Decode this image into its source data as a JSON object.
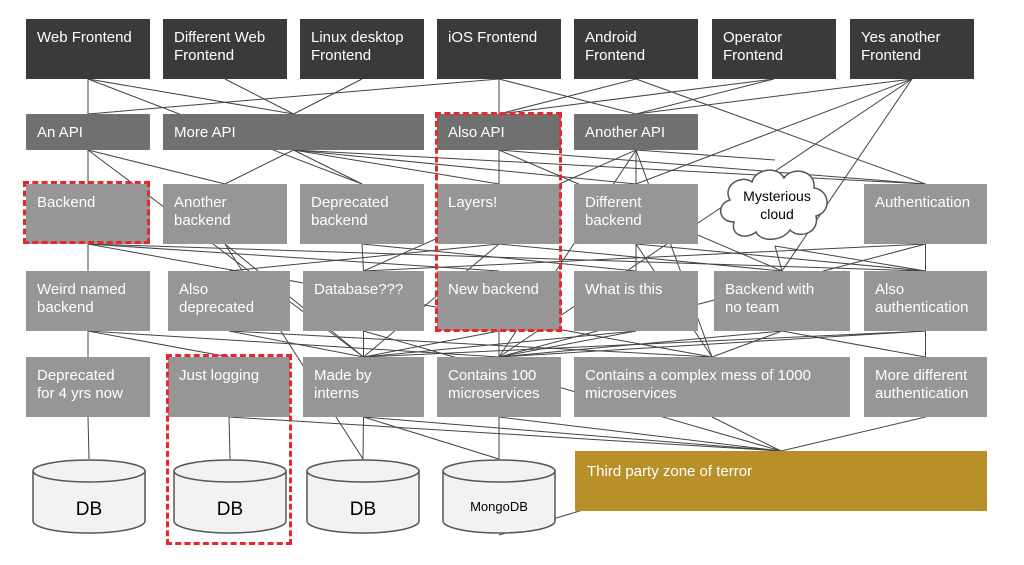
{
  "frontends": [
    {
      "id": "f1",
      "label": "Web Frontend"
    },
    {
      "id": "f2",
      "label": "Different Web\nFrontend"
    },
    {
      "id": "f3",
      "label": "Linux desktop\nFrontend"
    },
    {
      "id": "f4",
      "label": "iOS Frontend"
    },
    {
      "id": "f5",
      "label": "Android\nFrontend"
    },
    {
      "id": "f6",
      "label": "Operator\nFrontend"
    },
    {
      "id": "f7",
      "label": "Yes another\nFrontend"
    }
  ],
  "apis": [
    {
      "id": "a1",
      "label": "An API"
    },
    {
      "id": "a2",
      "label": "More API"
    },
    {
      "id": "a3",
      "label": "Also API"
    },
    {
      "id": "a4",
      "label": "Another API"
    }
  ],
  "backends_row1": [
    {
      "id": "b1",
      "label": "Backend"
    },
    {
      "id": "b2",
      "label": "Another\nbackend"
    },
    {
      "id": "b3",
      "label": "Deprecated\nbackend"
    },
    {
      "id": "b4",
      "label": "Layers!"
    },
    {
      "id": "b5",
      "label": "Different\nbackend"
    },
    {
      "id": "b7",
      "label": "Authentication"
    }
  ],
  "cloud": {
    "id": "b6",
    "label": "Mysterious\ncloud"
  },
  "backends_row2": [
    {
      "id": "c1",
      "label": "Weird named\nbackend"
    },
    {
      "id": "c2",
      "label": "Also\ndeprecated"
    },
    {
      "id": "c3",
      "label": "Database???"
    },
    {
      "id": "c4",
      "label": "New backend"
    },
    {
      "id": "c5",
      "label": "What is this"
    },
    {
      "id": "c6",
      "label": "Backend with\nno team"
    },
    {
      "id": "c7",
      "label": "Also\nauthentication"
    }
  ],
  "backends_row3": [
    {
      "id": "d1",
      "label": "Deprecated\nfor 4 yrs now"
    },
    {
      "id": "d2",
      "label": "Just logging"
    },
    {
      "id": "d3",
      "label": "Made by\ninterns"
    },
    {
      "id": "d4",
      "label": "Contains 100\nmicroservices"
    },
    {
      "id": "d5",
      "label": "Contains a complex mess of 1000\nmicroservices"
    },
    {
      "id": "d6",
      "label": "More different\nauthentication"
    }
  ],
  "databases": [
    {
      "id": "db1",
      "label": "DB"
    },
    {
      "id": "db2",
      "label": "DB"
    },
    {
      "id": "db3",
      "label": "DB"
    },
    {
      "id": "db4",
      "label": "MongoDB"
    }
  ],
  "third_party": {
    "id": "tp",
    "label": "Third party zone of terror"
  },
  "colors": {
    "frontend": "#3a3a3a",
    "api": "#707070",
    "backend": "#969696",
    "third_party": "#b8902a",
    "highlight": "#e8262b",
    "line": "#444444"
  },
  "edges": [
    [
      "f1",
      "a1"
    ],
    [
      "f1",
      "a2"
    ],
    [
      "f1",
      "b3"
    ],
    [
      "f2",
      "a2"
    ],
    [
      "f3",
      "a2"
    ],
    [
      "f4",
      "a3"
    ],
    [
      "f4",
      "a4"
    ],
    [
      "f4",
      "a1"
    ],
    [
      "f5",
      "a3"
    ],
    [
      "f5",
      "b7"
    ],
    [
      "f6",
      "a3"
    ],
    [
      "f6",
      "a4"
    ],
    [
      "f7",
      "a4"
    ],
    [
      "f7",
      "c6"
    ],
    [
      "f7",
      "d4"
    ],
    [
      "f7",
      "b5"
    ],
    [
      "a1",
      "b1"
    ],
    [
      "a1",
      "b2"
    ],
    [
      "a1",
      "c1"
    ],
    [
      "a1",
      "d3"
    ],
    [
      "a2",
      "b2"
    ],
    [
      "a2",
      "b3"
    ],
    [
      "a2",
      "b4"
    ],
    [
      "a2",
      "b5"
    ],
    [
      "a2",
      "b7"
    ],
    [
      "a3",
      "b4"
    ],
    [
      "a3",
      "b7"
    ],
    [
      "a3",
      "c6"
    ],
    [
      "a4",
      "b5"
    ],
    [
      "a4",
      "b6"
    ],
    [
      "a4",
      "c3"
    ],
    [
      "a4",
      "c5"
    ],
    [
      "a4",
      "d5"
    ],
    [
      "a4",
      "d4"
    ],
    [
      "b1",
      "c1"
    ],
    [
      "b1",
      "c4"
    ],
    [
      "b1",
      "d5"
    ],
    [
      "b1",
      "c7"
    ],
    [
      "b2",
      "d3"
    ],
    [
      "b2",
      "db3"
    ],
    [
      "b3",
      "c3"
    ],
    [
      "b3",
      "c5"
    ],
    [
      "b4",
      "c2"
    ],
    [
      "b4",
      "c6"
    ],
    [
      "b4",
      "d3"
    ],
    [
      "b5",
      "c7"
    ],
    [
      "b5",
      "c5"
    ],
    [
      "b5",
      "d5"
    ],
    [
      "b6",
      "c6"
    ],
    [
      "b6",
      "c7"
    ],
    [
      "b7",
      "c7"
    ],
    [
      "b7",
      "d4"
    ],
    [
      "b7",
      "c3"
    ],
    [
      "c1",
      "d1"
    ],
    [
      "c1",
      "d2"
    ],
    [
      "c1",
      "d4"
    ],
    [
      "c2",
      "d3"
    ],
    [
      "c2",
      "d5"
    ],
    [
      "c3",
      "d3"
    ],
    [
      "c3",
      "tp"
    ],
    [
      "c4",
      "d4"
    ],
    [
      "c4",
      "d3"
    ],
    [
      "c5",
      "d4"
    ],
    [
      "c5",
      "d3"
    ],
    [
      "c6",
      "d6"
    ],
    [
      "c6",
      "d5"
    ],
    [
      "c6",
      "d4"
    ],
    [
      "c7",
      "d6"
    ],
    [
      "c7",
      "d4"
    ],
    [
      "c7",
      "d3"
    ],
    [
      "d1",
      "db1"
    ],
    [
      "d2",
      "db2"
    ],
    [
      "d3",
      "db3"
    ],
    [
      "d3",
      "db4"
    ],
    [
      "d3",
      "tp"
    ],
    [
      "d4",
      "db4"
    ],
    [
      "d4",
      "tp"
    ],
    [
      "d5",
      "tp"
    ],
    [
      "d6",
      "tp"
    ],
    [
      "d2",
      "tp"
    ],
    [
      "db4",
      "tp"
    ]
  ]
}
